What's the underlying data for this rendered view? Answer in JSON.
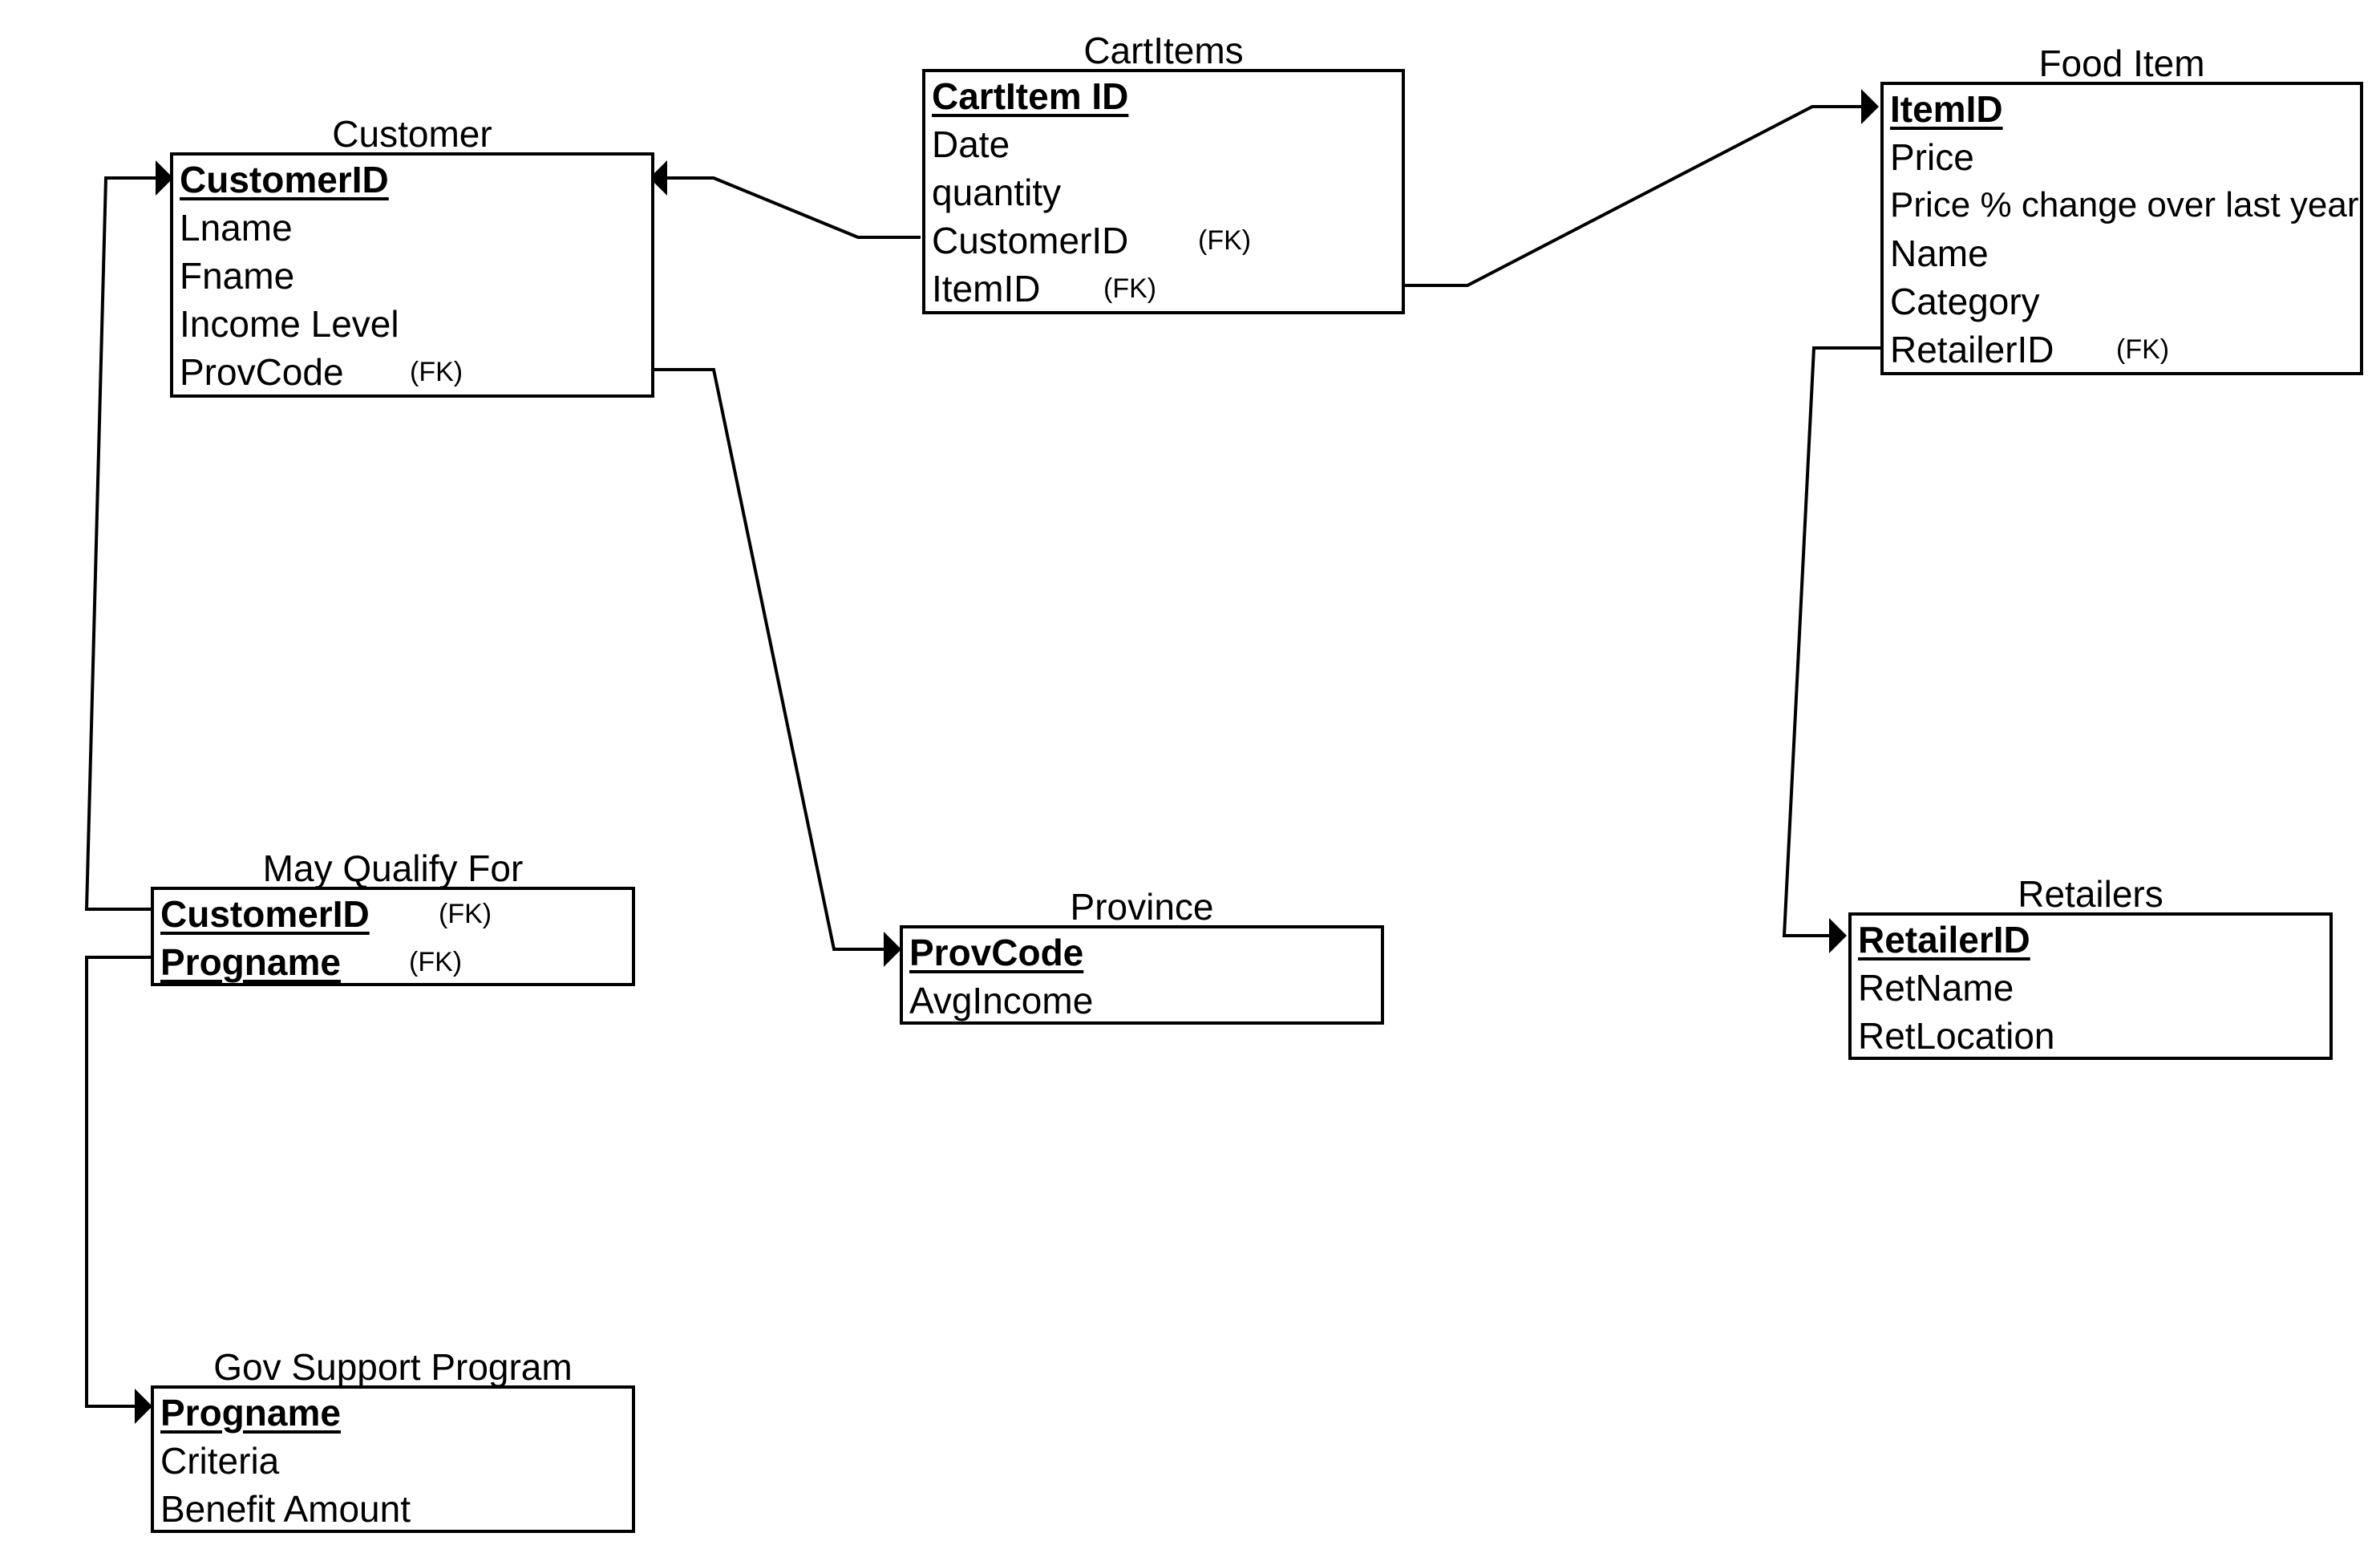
{
  "diagram": {
    "fk_tag": "(FK)",
    "entities": {
      "customer": {
        "title": "Customer",
        "fields": [
          {
            "name": "CustomerID",
            "pk": true,
            "fk": false
          },
          {
            "name": "Lname",
            "pk": false,
            "fk": false
          },
          {
            "name": "Fname",
            "pk": false,
            "fk": false
          },
          {
            "name": "Income Level",
            "pk": false,
            "fk": false
          },
          {
            "name": "ProvCode",
            "pk": false,
            "fk": true
          }
        ]
      },
      "cartitems": {
        "title": "CartItems",
        "fields": [
          {
            "name": "CartItem ID",
            "pk": true,
            "fk": false
          },
          {
            "name": "Date",
            "pk": false,
            "fk": false
          },
          {
            "name": "quantity",
            "pk": false,
            "fk": false
          },
          {
            "name": "CustomerID",
            "pk": false,
            "fk": true
          },
          {
            "name": "ItemID",
            "pk": false,
            "fk": true
          }
        ]
      },
      "food_item": {
        "title": "Food Item",
        "fields": [
          {
            "name": "ItemID",
            "pk": true,
            "fk": false
          },
          {
            "name": "Price",
            "pk": false,
            "fk": false
          },
          {
            "name": "Price % change over last year",
            "pk": false,
            "fk": false
          },
          {
            "name": "Name",
            "pk": false,
            "fk": false
          },
          {
            "name": "Category",
            "pk": false,
            "fk": false
          },
          {
            "name": "RetailerID",
            "pk": false,
            "fk": true
          }
        ]
      },
      "may_qualify_for": {
        "title": "May Qualify For",
        "fields": [
          {
            "name": "CustomerID",
            "pk": true,
            "fk": true
          },
          {
            "name": "Progname",
            "pk": true,
            "fk": true
          }
        ]
      },
      "province": {
        "title": "Province",
        "fields": [
          {
            "name": "ProvCode",
            "pk": true,
            "fk": false
          },
          {
            "name": "AvgIncome",
            "pk": false,
            "fk": false
          }
        ]
      },
      "retailers": {
        "title": "Retailers",
        "fields": [
          {
            "name": "RetailerID",
            "pk": true,
            "fk": false
          },
          {
            "name": "RetName",
            "pk": false,
            "fk": false
          },
          {
            "name": "RetLocation",
            "pk": false,
            "fk": false
          }
        ]
      },
      "gov_support_program": {
        "title": "Gov Support Program",
        "fields": [
          {
            "name": "Progname",
            "pk": true,
            "fk": false
          },
          {
            "name": "Criteria",
            "pk": false,
            "fk": false
          },
          {
            "name": "Benefit Amount",
            "pk": false,
            "fk": false
          }
        ]
      }
    },
    "relationships": [
      {
        "from": "cartitems.CustomerID",
        "to": "customer.CustomerID"
      },
      {
        "from": "cartitems.ItemID",
        "to": "food_item.ItemID"
      },
      {
        "from": "customer.ProvCode",
        "to": "province.ProvCode"
      },
      {
        "from": "food_item.RetailerID",
        "to": "retailers.RetailerID"
      },
      {
        "from": "may_qualify_for.CustomerID",
        "to": "customer.CustomerID"
      },
      {
        "from": "may_qualify_for.Progname",
        "to": "gov_support_program.Progname"
      }
    ]
  }
}
